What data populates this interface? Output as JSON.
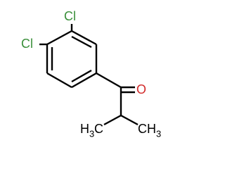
{
  "molecule": {
    "labels": {
      "cl_top": "Cl",
      "cl_left": "Cl",
      "carbonyl_o": "O",
      "methyl_left_h": "H",
      "methyl_left_sub": "3",
      "methyl_left_c": "C",
      "methyl_right_c": "C",
      "methyl_right_h": "H",
      "methyl_right_sub": "3"
    },
    "colors": {
      "bond": "#000000",
      "chlorine": "#3a8f3a",
      "oxygen": "#d22a2a",
      "carbon": "#000000"
    }
  }
}
